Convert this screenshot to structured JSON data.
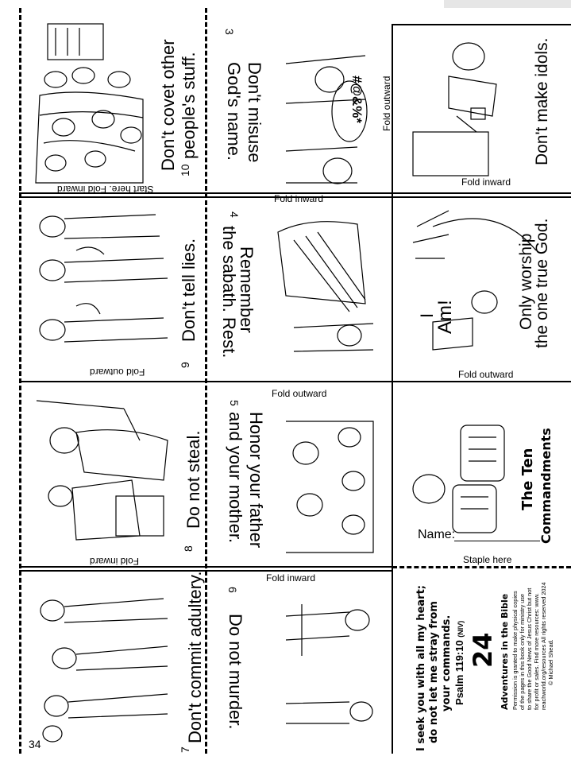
{
  "page": {
    "number": "34"
  },
  "panels": {
    "p3": {
      "number": "3",
      "line1": "Don't misuse",
      "line2": "God's name.",
      "speech": "#@&%*"
    },
    "p4": {
      "number": "4",
      "line1": "Remember",
      "line2": "the sabath. Rest."
    },
    "p5": {
      "number": "5",
      "line1": "Honor your father",
      "line2": "and your mother."
    },
    "p6": {
      "number": "6",
      "line1": "Do not murder."
    },
    "p7": {
      "number": "7",
      "line1": "Don't commit adultery."
    },
    "p8": {
      "number": "8",
      "line1": "Do not steal."
    },
    "p9": {
      "number": "9",
      "line1": "Don't tell lies."
    },
    "p10": {
      "number": "10",
      "line1": "Don't covet other",
      "line2": "people's stuff."
    },
    "p2": {
      "line1": "Don't make idols."
    },
    "p1": {
      "speech1": "I",
      "speech2": "Am!",
      "line1": "Only worship",
      "line2": "the one true God."
    },
    "cover": {
      "title1": "The Ten",
      "title2": "Commandments",
      "name_label": "Name:"
    }
  },
  "fold_labels": {
    "fold_outward_top": "Fold outward",
    "fold_inward_col2a": "Fold inward",
    "fold_outward_col2b": "Fold outward",
    "fold_inward_col2c": "Fold inward",
    "fold_inward_col3": "Fold inward",
    "fold_outward_col3": "Fold outward",
    "staple_here": "Staple here",
    "start_here": "Start here. Fold inward",
    "fold_outward_col1": "Fold outward",
    "fold_inward_col1": "Fold inward"
  },
  "back_cover": {
    "verse_line1": "I seek you with all my heart;",
    "verse_line2": "do not let me stray from",
    "verse_line3": "your commands.",
    "reference": "Psalm 119:10",
    "version": "(NIV)",
    "issue_number": "24",
    "series_title": "Adventures in the Bible",
    "permission_1": "Permission is granted to make physical copies",
    "permission_2": "of the pages in this book only for ministry use",
    "permission_3": "to share the Good News of Jesus Christ but not",
    "permission_4": "for profit or sales. Find more resources: www.",
    "permission_5": "reachworld.org/resources All rights reserved 2024",
    "permission_6": "© Michael Shead."
  }
}
